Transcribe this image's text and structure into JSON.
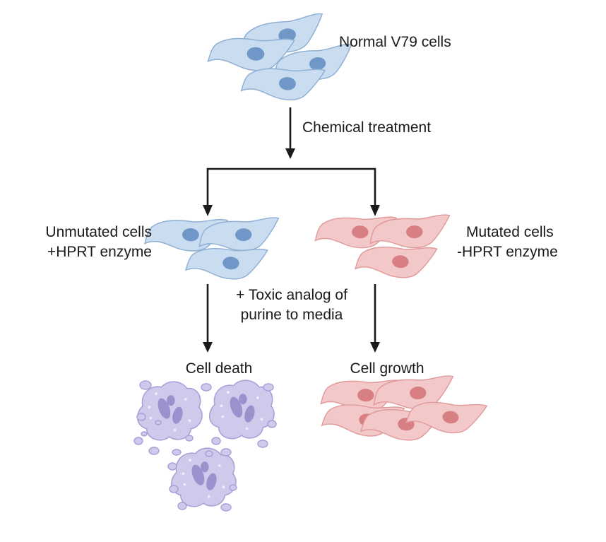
{
  "labels": {
    "normal_cells": "Normal V79 cells",
    "chemical_treatment": "Chemical treatment",
    "unmutated_line1": "Unmutated cells",
    "unmutated_line2": "+HPRT enzyme",
    "mutated_line1": "Mutated cells",
    "mutated_line2": "-HPRT enzyme",
    "toxic_line1": "+ Toxic analog of",
    "toxic_line2": "purine to media",
    "cell_death": "Cell death",
    "cell_growth": "Cell growth"
  },
  "icons": {
    "normal": "normal-cells-icon",
    "unmutated": "unmutated-cells-icon",
    "mutated": "mutated-cells-icon",
    "dead": "dead-cells-icon",
    "growing": "growing-cells-icon"
  },
  "colors": {
    "normal_fill": "#c9dcf0",
    "normal_stroke": "#8fb0d4",
    "normal_nucleus": "#6f98c9",
    "mutated_fill": "#f3c8c8",
    "mutated_stroke": "#e09a9a",
    "mutated_nucleus": "#d77f82",
    "dead_fill": "#cfc9ec",
    "dead_stroke": "#a79fd6",
    "dead_nucleus": "#9a92cc",
    "arrow": "#1a1a1a"
  }
}
